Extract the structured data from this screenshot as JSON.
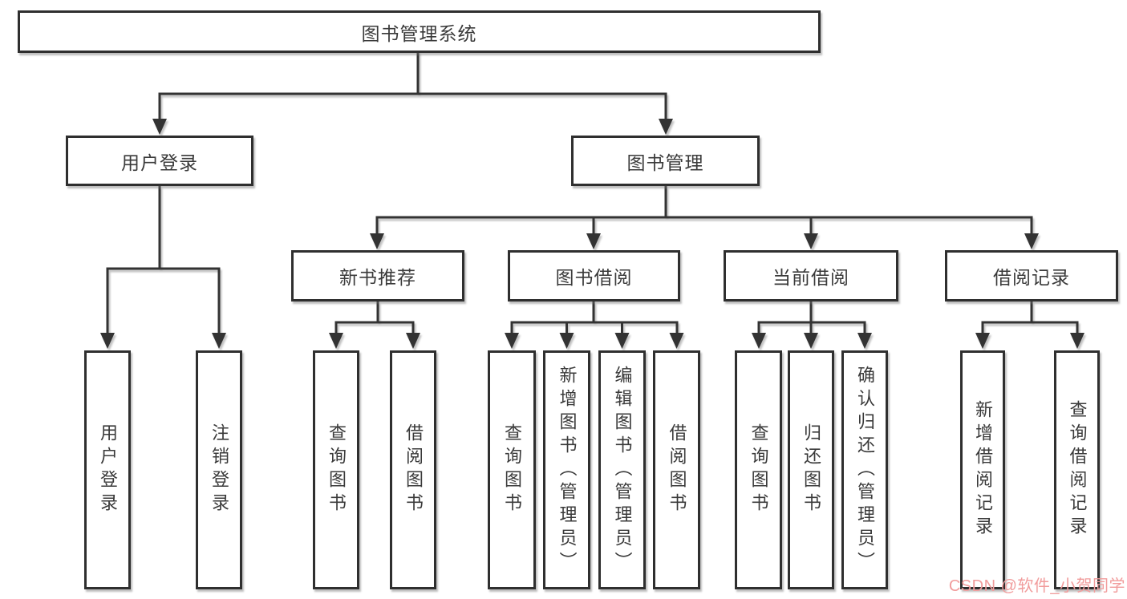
{
  "diagram": {
    "root": {
      "label": "图书管理系统"
    },
    "level2": {
      "user_login": {
        "label": "用户登录"
      },
      "book_mgmt": {
        "label": "图书管理"
      }
    },
    "level3": {
      "new_books": {
        "label": "新书推荐"
      },
      "book_borrow": {
        "label": "图书借阅"
      },
      "current_borrow": {
        "label": "当前借阅"
      },
      "borrow_records": {
        "label": "借阅记录"
      }
    },
    "leaves": {
      "user_login_login": {
        "label": "用户登录"
      },
      "user_login_logout": {
        "label": "注销登录"
      },
      "new_books_query": {
        "label": "查询图书"
      },
      "new_books_borrow": {
        "label": "借阅图书"
      },
      "book_borrow_query": {
        "label": "查询图书"
      },
      "book_borrow_add": {
        "label": "新增图书（管理员）"
      },
      "book_borrow_edit": {
        "label": "编辑图书（管理员）"
      },
      "book_borrow_borrow": {
        "label": "借阅图书"
      },
      "current_borrow_query": {
        "label": "查询图书"
      },
      "current_borrow_return": {
        "label": "归还图书"
      },
      "current_borrow_confirm": {
        "label": "确认归还（管理员）"
      },
      "borrow_records_add": {
        "label": "新增借阅记录"
      },
      "borrow_records_query": {
        "label": "查询借阅记录"
      }
    }
  },
  "watermark": {
    "text": "CSDN @软件_小贺同学",
    "color": "#F19C9C"
  },
  "colors": {
    "line": "#333333",
    "box_border": "#2F2F2F",
    "text": "#3A3A3A",
    "background": "#FFFFFF"
  }
}
